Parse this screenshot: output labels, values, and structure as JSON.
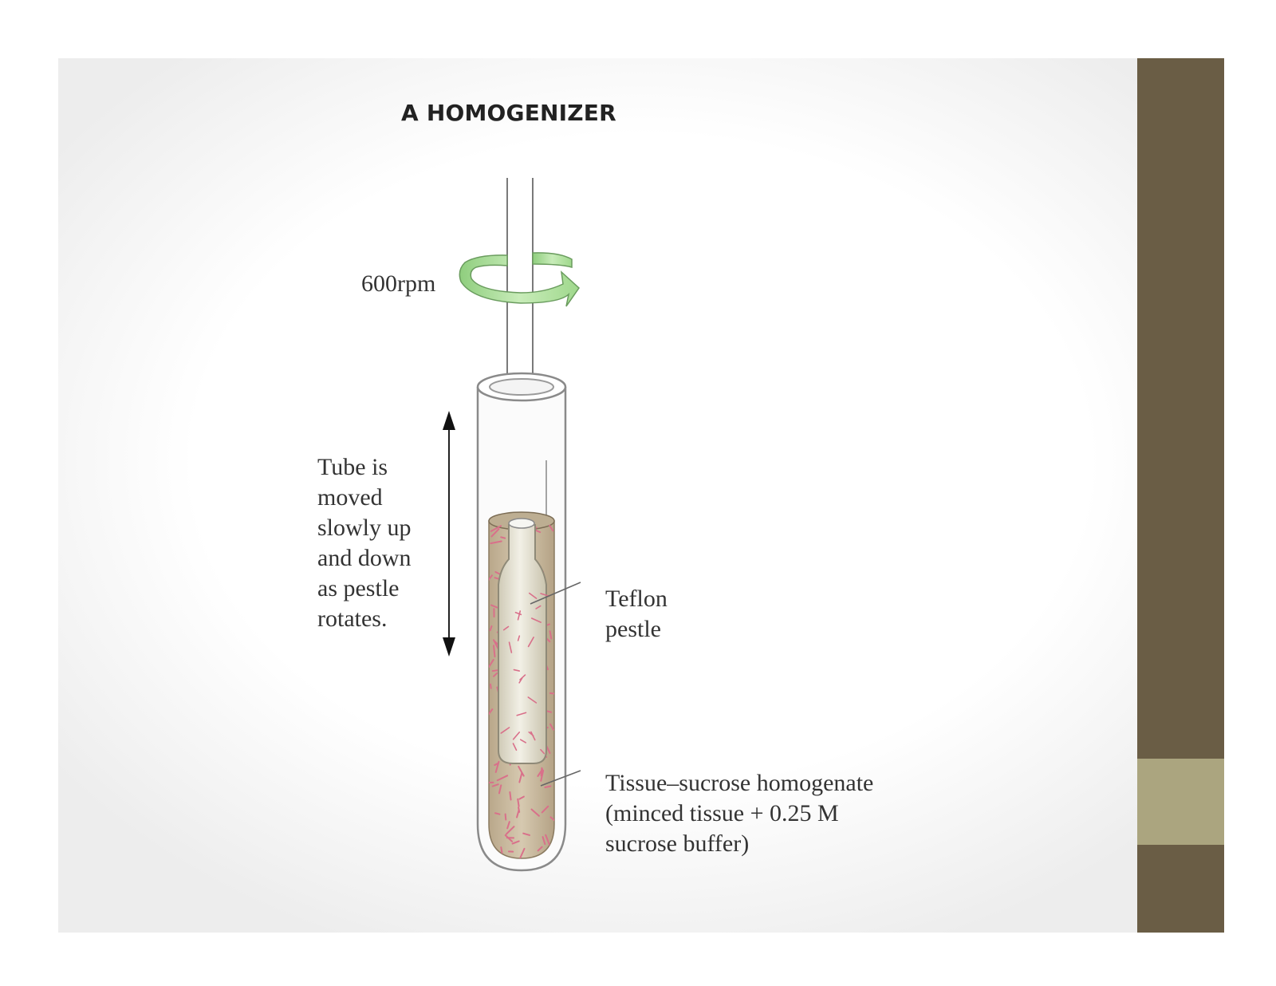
{
  "slide": {
    "title": "A HOMOGENIZER",
    "colors": {
      "sidebar": "#6a5d45",
      "sidebar_accent": "#aba57f"
    }
  },
  "diagram": {
    "rpm_label": "600rpm",
    "tube_label": "Tube is\nmoved\nslowly up\nand down\nas pestle\nrotates.",
    "pestle_label": "Teflon\npestle",
    "homogenate_label": "Tissue–sucrose homogenate\n(minced tissue + 0.25 M\nsucrose buffer)",
    "colors": {
      "rotation_arrow": "#a8dc98",
      "homogenate": "#c9b89c",
      "tissue_fragments": "#d9708a",
      "pestle": "#ece9dc"
    }
  }
}
